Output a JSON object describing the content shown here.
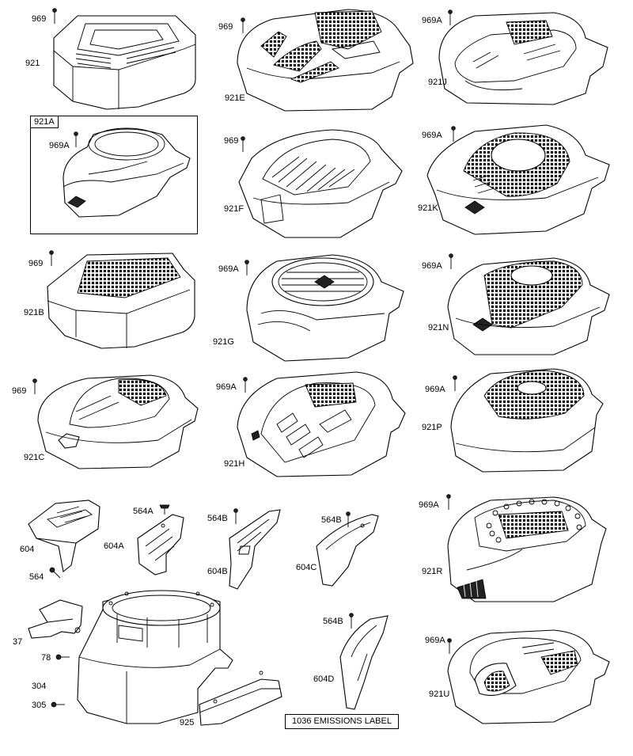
{
  "diagram": {
    "part_labels": {
      "p969_a": "969",
      "p921": "921",
      "p969_b": "969",
      "p921E": "921E",
      "p969A_a": "969A",
      "p921J": "921J",
      "box921A": "921A",
      "p969A_b": "969A",
      "p969_c": "969",
      "p921F": "921F",
      "p969A_c": "969A",
      "p921K": "921K",
      "p969_d": "969",
      "p921B": "921B",
      "p969A_d": "969A",
      "p921G": "921G",
      "p969A_e": "969A",
      "p921N": "921N",
      "p969_e": "969",
      "p921C": "921C",
      "p969A_f": "969A",
      "p921H": "921H",
      "p969A_g": "969A",
      "p921P": "921P",
      "p604": "604",
      "p564": "564",
      "p564A": "564A",
      "p604A": "604A",
      "p564B_a": "564B",
      "p604B": "604B",
      "p564B_b": "564B",
      "p604C": "604C",
      "p969A_h": "969A",
      "p921R": "921R",
      "p37": "37",
      "p78": "78",
      "p304": "304",
      "p305": "305",
      "p925": "925",
      "p564B_c": "564B",
      "p604D": "604D",
      "p969A_i": "969A",
      "p921U": "921U"
    },
    "emissions_label": "1036 EMISSIONS LABEL"
  }
}
